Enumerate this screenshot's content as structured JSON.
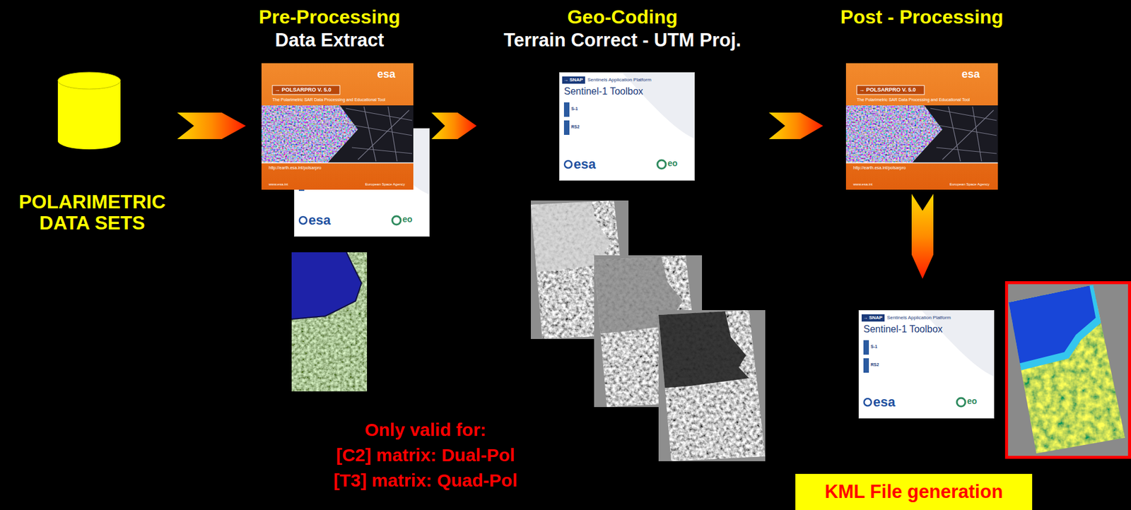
{
  "diagram": {
    "nodes": [
      {
        "text": [
          "POLARIMETRIC DATA SETS"
        ]
      },
      {
        "text": [
          "Pre-Processing",
          "Data Extract"
        ]
      },
      {
        "text": [
          "Geo-Coding",
          "Terrain Correct - UTM Proj."
        ]
      },
      {
        "text": [
          "Post - Processing"
        ]
      },
      {
        "text": [
          "KML File generation"
        ]
      }
    ],
    "edges": [
      {
        "from": 0,
        "to": 1,
        "arrow": "to"
      },
      {
        "from": 1,
        "to": 2,
        "arrow": "to"
      },
      {
        "from": 2,
        "to": 3,
        "arrow": "to"
      },
      {
        "from": 3,
        "to": 4,
        "arrow": "to"
      }
    ],
    "labels": [
      "Only valid for:",
      "[C2] matrix: Dual-Pol",
      "[T3] matrix: Quad-Pol",
      "esa",
      "→ POLSARPRO V. 5.0",
      "The Polarimetric SAR Data Processing and Educational Tool",
      "http://earth.esa.int/polsarpro",
      "www.esa.int",
      "European Space Agency",
      "esa",
      "eo",
      "→ SNAP",
      "Sentinels Application Platform",
      "Sentinel-1 Toolbox",
      "S-1",
      "RS2",
      "esa",
      "eo",
      "esa",
      "→ POLSARPRO V. 5.0",
      "The Polarimetric SAR Data Processing and Educational Tool",
      "http://earth.esa.int/polsarpro",
      "www.esa.int",
      "European Space Agency",
      "→ SNAP",
      "Sentinels Application Platform",
      "Sentinel-1 Toolbox",
      "S-1",
      "RS2",
      "esa",
      "eo"
    ]
  }
}
